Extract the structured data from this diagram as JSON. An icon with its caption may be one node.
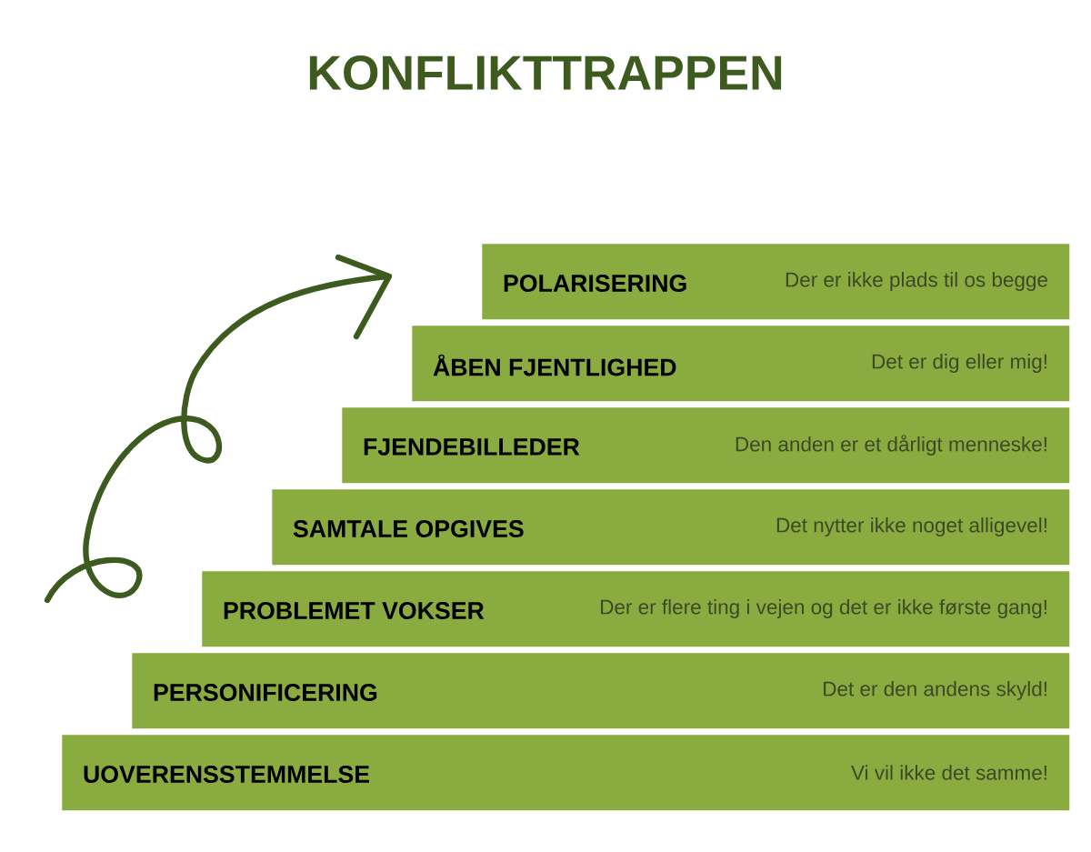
{
  "diagram": {
    "title": "KONFLIKTTRAPPEN",
    "nodes": [
      {
        "text": [
          "POLARISERING",
          "Der er ikke plads til os begge"
        ]
      },
      {
        "text": [
          "ÅBEN FJENTLIGHED",
          "Det er dig eller mig!"
        ]
      },
      {
        "text": [
          "FJENDEBILLEDER",
          "Den anden er et dårligt menneske!"
        ]
      },
      {
        "text": [
          "SAMTALE OPGIVES",
          "Det nytter ikke noget alligevel!"
        ]
      },
      {
        "text": [
          "PROBLEMET VOKSER",
          "Der er flere ting i vejen og det er ikke første gang!"
        ]
      },
      {
        "text": [
          "PERSONIFICERING",
          "Det er den andens skyld!"
        ]
      },
      {
        "text": [
          "UOVERENSSTEMMELSE",
          "Vi vil ikke det samme!"
        ]
      }
    ]
  }
}
